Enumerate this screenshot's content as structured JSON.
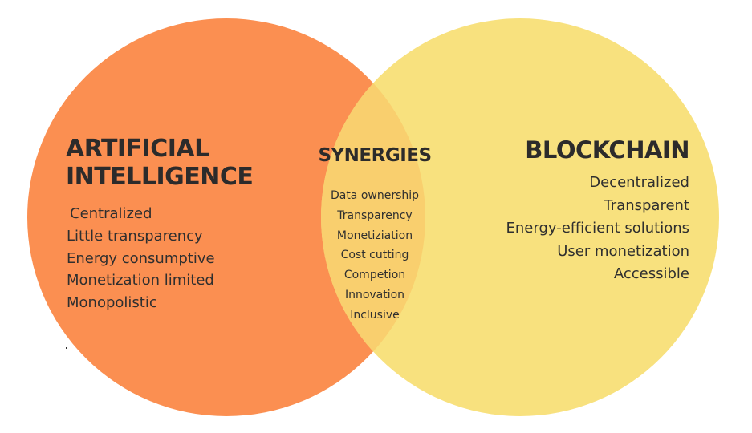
{
  "colors": {
    "ai_circle": "#fb8f51",
    "blockchain_circle": "#f8e17e",
    "overlap": "#f9cf6e",
    "text": "#2c2b2b"
  },
  "ai": {
    "title_line1": "ARTIFICIAL",
    "title_line2": "INTELLIGENCE",
    "items": [
      "Centralized",
      "Little transparency",
      "Energy consumptive",
      "Monetization limited",
      "Monopolistic"
    ]
  },
  "synergies": {
    "title": "SYNERGIES",
    "items": [
      "Data ownership",
      "Transparency",
      "Monetiziation",
      "Cost cutting",
      "Competion",
      "Innovation",
      "Inclusive"
    ]
  },
  "blockchain": {
    "title": "BLOCKCHAIN",
    "items": [
      "Decentralized",
      "Transparent",
      "Energy-efficient solutions",
      "User monetization",
      "Accessible"
    ]
  }
}
